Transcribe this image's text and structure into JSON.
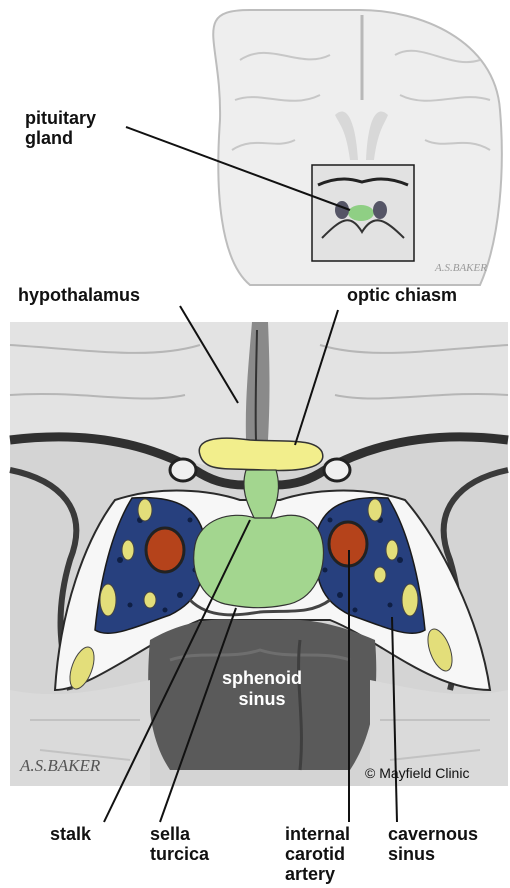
{
  "labels": {
    "pituitary_gland": "pituitary\ngland",
    "hypothalamus": "hypothalamus",
    "optic_chiasm": "optic chiasm",
    "sphenoid_sinus": "sphenoid\nsinus",
    "stalk": "stalk",
    "sella_turcica": "sella\nturcica",
    "internal_carotid_artery": "internal\ncarotid\nartery",
    "cavernous_sinus": "cavernous\nsinus"
  },
  "copyright": "© Mayfield Clinic",
  "signature": "A.S.BAKER",
  "colors": {
    "optic_chiasm": "#f2ee8c",
    "pituitary": "#a3d68f",
    "cavernous_sinus": "#27407e",
    "carotid_artery": "#b5431b",
    "nerves": "#ece488",
    "bone": "#cfcfcf",
    "brain": "#e9e9e9"
  }
}
